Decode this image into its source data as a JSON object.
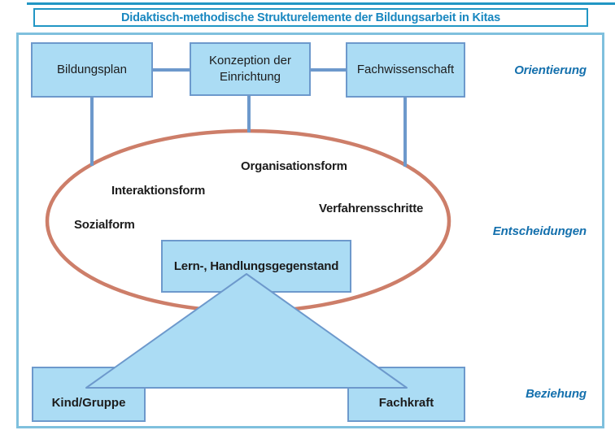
{
  "title": "Didaktisch-methodische Strukturelemente der Bildungsarbeit in Kitas",
  "top_row": {
    "boxes": [
      {
        "label": "Bildungsplan"
      },
      {
        "label": "Konzeption der Einrichtung"
      },
      {
        "label": "Fachwissenschaft"
      }
    ]
  },
  "side_labels": {
    "orientierung": "Orientierung",
    "entscheidungen": "Entscheidungen",
    "beziehung": "Beziehung"
  },
  "ellipse": {
    "labels": {
      "organisationsform": "Organisationsform",
      "interaktionsform": "Interaktionsform",
      "sozialform": "Sozialform",
      "verfahrensschritte": "Verfahrensschritte"
    },
    "center_box": "Lern-, Handlungsgegenstand"
  },
  "bottom_row": {
    "boxes": [
      {
        "label": "Kind/Gruppe"
      },
      {
        "label": "Fachkraft"
      }
    ]
  },
  "colors": {
    "box_fill": "#abdcf4",
    "box_border": "#6d99cc",
    "ellipse_stroke": "#cd7e69",
    "frame_border": "#7fc0dd",
    "title_border": "#2196c4",
    "title_color": "#1887c0",
    "side_label_color": "#1470ad",
    "text_dark": "#1c1c1c"
  }
}
